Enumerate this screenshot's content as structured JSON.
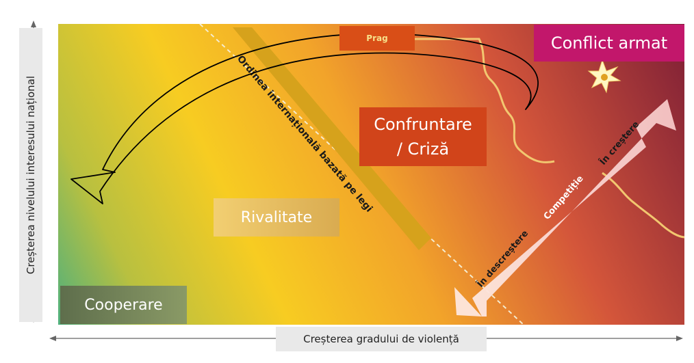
{
  "regions": {
    "cooperation": "Cooperare",
    "rivalry": "Rivalitate",
    "confrontation": "Confruntare / Criză",
    "armed_conflict": "Conflict armat"
  },
  "threshold_label": "Prag",
  "rules_based_order": "Ordinea internațională bazată pe legi",
  "competition_arrow": {
    "label": "Competiție",
    "decreasing": "În descreștere",
    "increasing": "În creștere"
  },
  "axes": {
    "y_label": "Creșterea nivelului interesului național",
    "x_label": "Creșterea gradului de violență"
  },
  "colors": {
    "cooperation_box": "#6e7d55",
    "rivalry_box": "#e9c060",
    "confrontation_box": "#d1441a",
    "threshold_box": "#d94e17",
    "armed_conflict_box": "#c2176b",
    "order_band": "#d6a21c",
    "threshold_line": "#f2c770"
  }
}
